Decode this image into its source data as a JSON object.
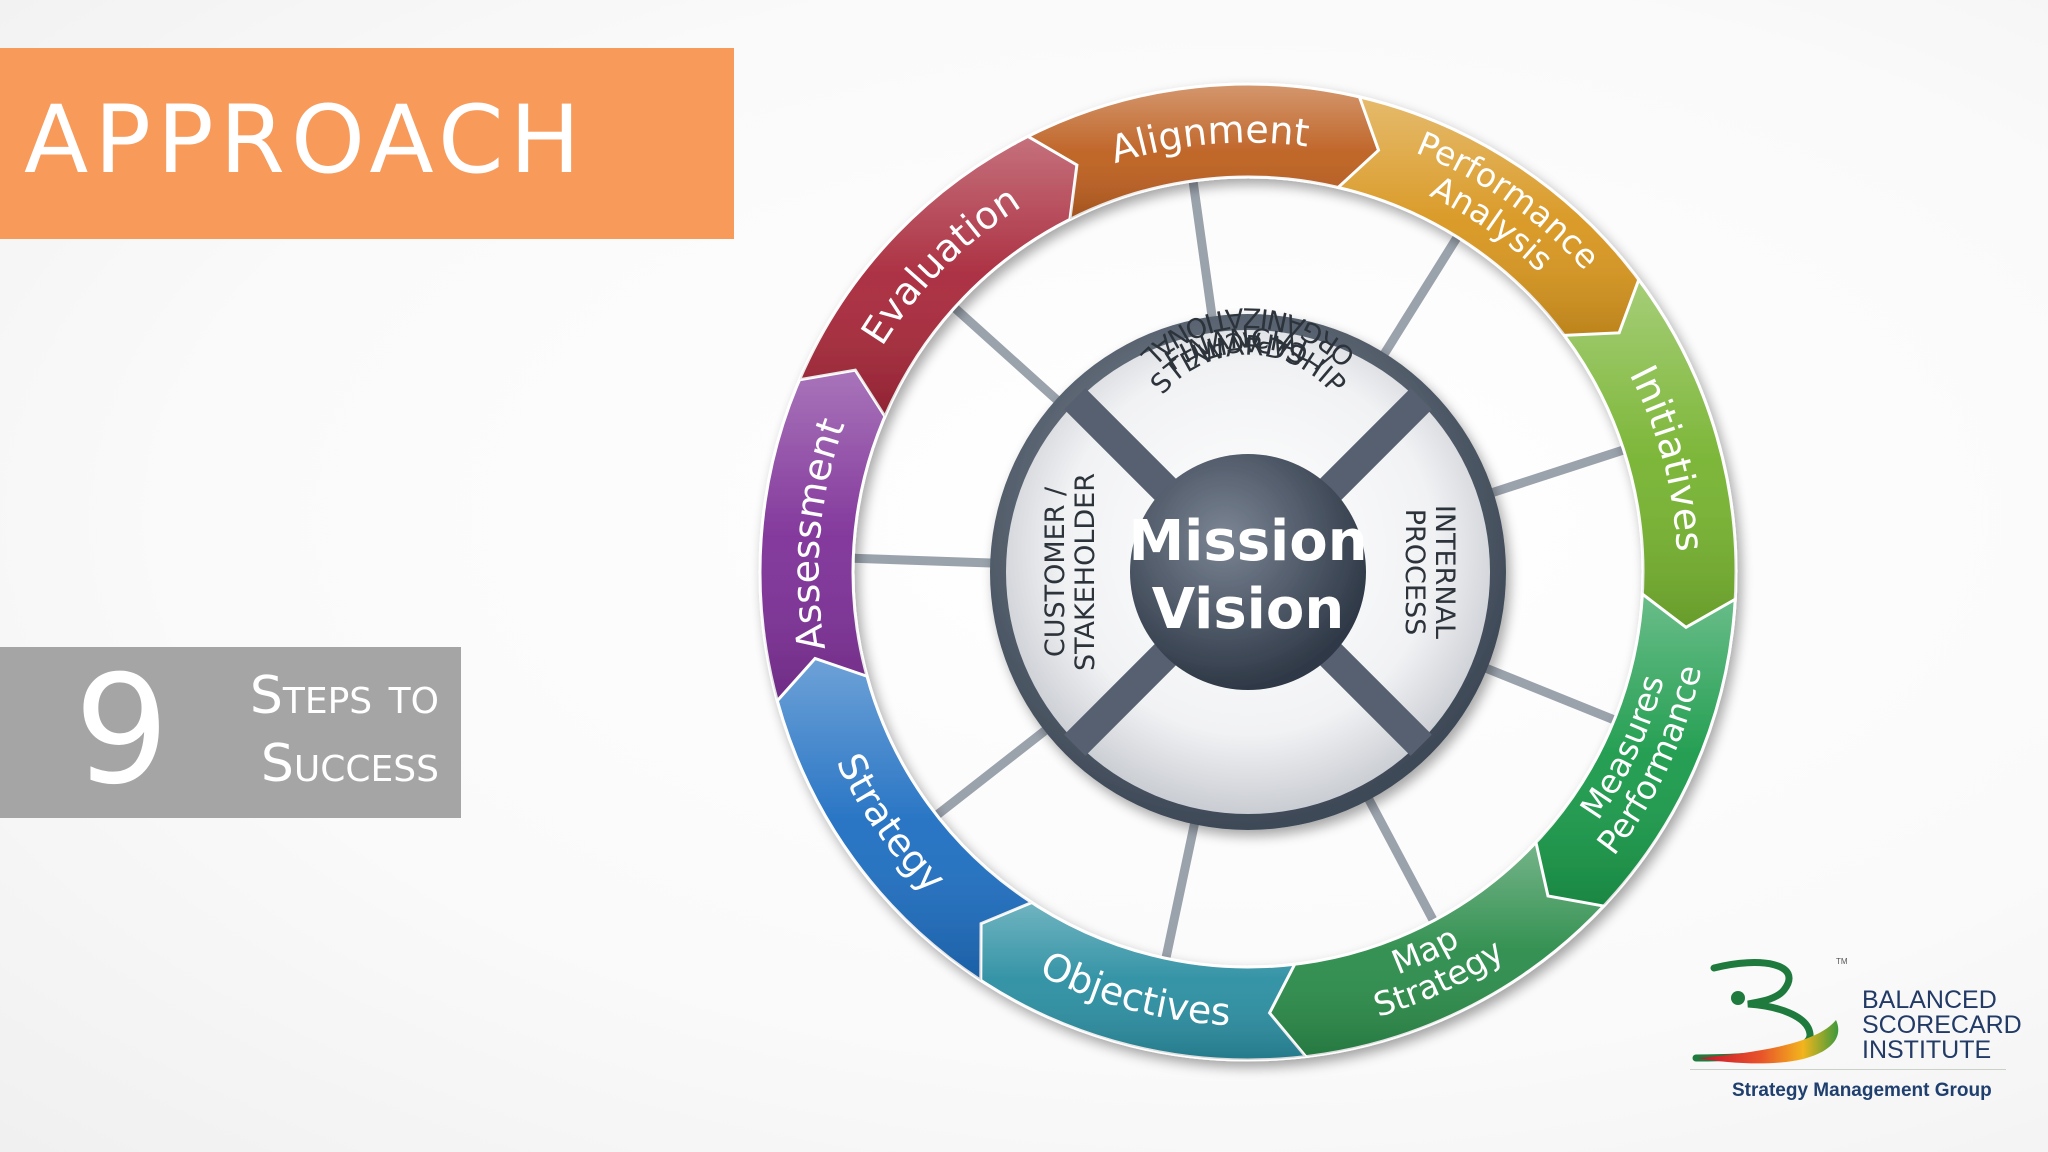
{
  "title": "APPROACH",
  "steps_badge": {
    "number": "9",
    "line1": "Steps to",
    "line2": "Success"
  },
  "wheel": {
    "center": {
      "line1": "Mission",
      "line2": "Vision"
    },
    "perspectives": [
      {
        "id": "financial",
        "line1": "FINANCIAL /",
        "line2": "STEWARDSHIP"
      },
      {
        "id": "internal",
        "line1": "INTERNAL",
        "line2": "PROCESS"
      },
      {
        "id": "organizational",
        "line1": "ORGANIZATIONAL",
        "line2": "CAPACITY"
      },
      {
        "id": "customer",
        "line1": "CUSTOMER /",
        "line2": "STAKEHOLDER"
      }
    ],
    "steps": [
      {
        "id": "assessment",
        "label": "Assessment",
        "color": "#7d2f97"
      },
      {
        "id": "strategy",
        "label": "Strategy",
        "color": "#1f6fc2"
      },
      {
        "id": "objectives",
        "label": "Objectives",
        "color": "#2b8fa2"
      },
      {
        "id": "strategy-map",
        "line1": "Strategy",
        "line2": "Map",
        "color": "#2b8c4a"
      },
      {
        "id": "performance-measures",
        "line1": "Performance",
        "line2": "Measures",
        "color": "#1a9a4a"
      },
      {
        "id": "initiatives",
        "label": "Initiatives",
        "color": "#76b32f"
      },
      {
        "id": "performance-analysis",
        "line1": "Performance",
        "line2": "Analysis",
        "color": "#d8961e"
      },
      {
        "id": "alignment",
        "label": "Alignment",
        "color": "#bd5f20"
      },
      {
        "id": "evaluation",
        "label": "Evaluation",
        "color": "#a8283a"
      }
    ]
  },
  "logo": {
    "tm": "TM",
    "line1": "BALANCED",
    "line2": "SCORECARD",
    "line3": "INSTITUTE",
    "subtitle": "Strategy Management Group"
  }
}
